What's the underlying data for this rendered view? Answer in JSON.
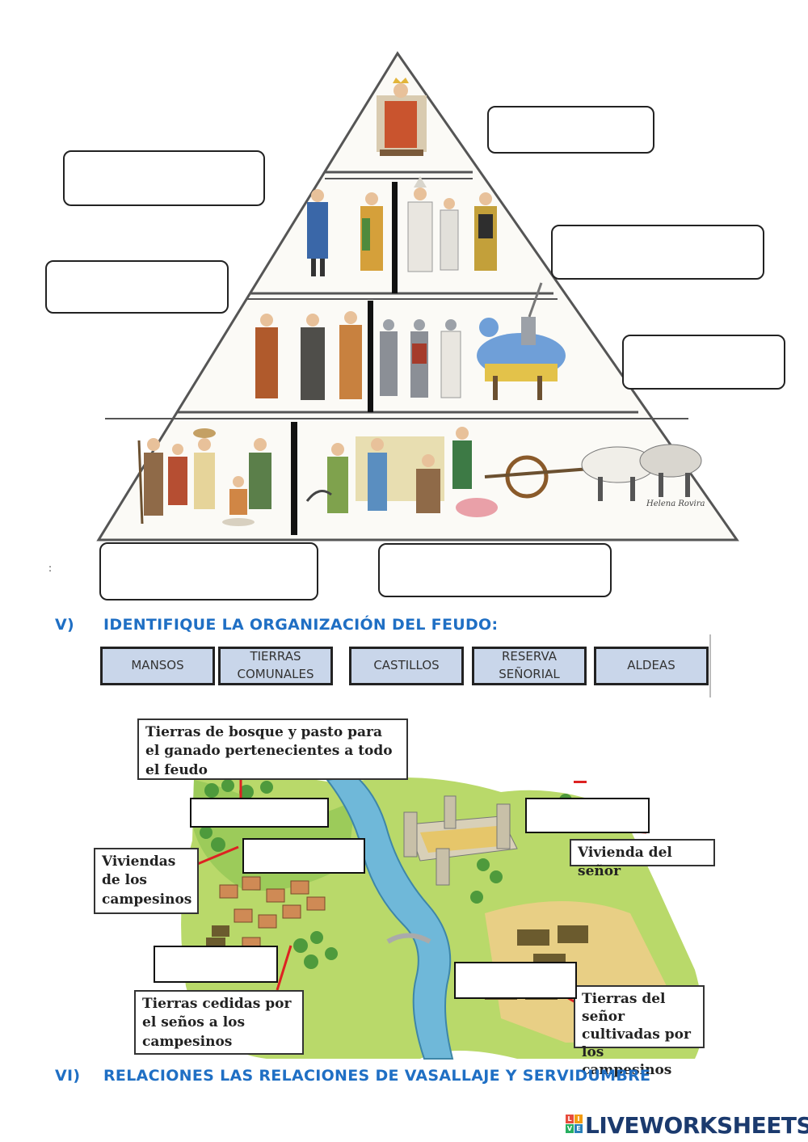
{
  "pyramid": {
    "artist_signature": "Helena Rovira"
  },
  "stray_mark": ":",
  "section_v": {
    "number": "V)",
    "title": "IDENTIFIQUE LA ORGANIZACIÓN DEL FEUDO:",
    "word_bank": [
      "MANSOS",
      "TIERRAS\nCOMUNALES",
      "CASTILLOS",
      "RESERVA\nSEÑORIAL",
      "ALDEAS"
    ]
  },
  "feudo_map": {
    "labels": {
      "bosque": "Tierras de bosque y pasto para el ganado pertenecientes a todo el feudo",
      "viviendas": "Viviendas de los campesinos",
      "cedidas": "Tierras cedidas por el seños a los campesinos",
      "senor": "Vivienda del señor",
      "reserva": "Tierras del señor cultivadas por los campesinos"
    }
  },
  "section_vi": {
    "number": "VI)",
    "title": "RELACIONES LAS RELACIONES DE VASALLAJE Y SERVIDUMBRE"
  },
  "brand": {
    "name": "LIVEWORKSHEETS",
    "logo_letters": [
      "L",
      "I",
      "V",
      "E"
    ],
    "colors": [
      "#e74c3c",
      "#f39c12",
      "#27ae60",
      "#2980b9"
    ]
  }
}
